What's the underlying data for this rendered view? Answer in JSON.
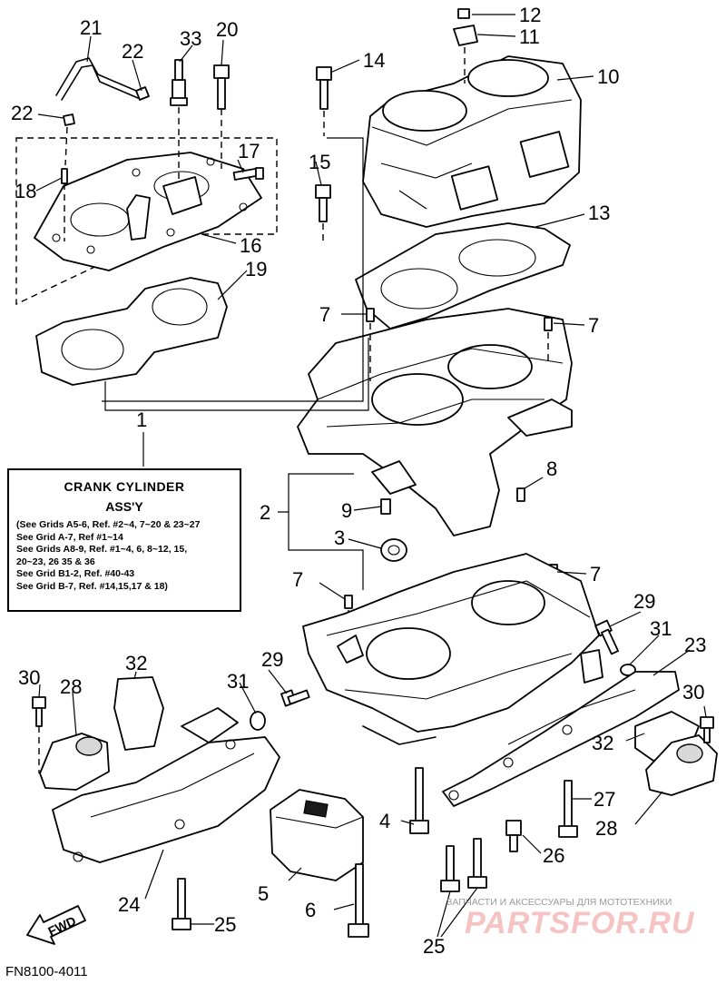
{
  "callouts": {
    "c1": "1",
    "c2": "2",
    "c3": "3",
    "c4": "4",
    "c5": "5",
    "c6": "6",
    "c7a": "7",
    "c7b": "7",
    "c7c": "7",
    "c7d": "7",
    "c8": "8",
    "c9": "9",
    "c10": "10",
    "c11": "11",
    "c12": "12",
    "c13": "13",
    "c14": "14",
    "c15": "15",
    "c16": "16",
    "c17": "17",
    "c18": "18",
    "c19": "19",
    "c20": "20",
    "c21": "21",
    "c22a": "22",
    "c22b": "22",
    "c23": "23",
    "c24": "24",
    "c25a": "25",
    "c25b": "25",
    "c26": "26",
    "c27": "27",
    "c28a": "28",
    "c28b": "28",
    "c29a": "29",
    "c29b": "29",
    "c30a": "30",
    "c30b": "30",
    "c31a": "31",
    "c31b": "31",
    "c32a": "32",
    "c32b": "32",
    "c33": "33"
  },
  "info_box": {
    "title": "CRANK CYLINDER",
    "subtitle": "ASS'Y",
    "refs": [
      "(See Grids A5-6, Ref. #2~4, 7~20 & 23~27",
      "See Grid A-7, Ref #1~14",
      "See Grids A8-9, Ref. #1~4, 6, 8~12, 15,",
      "20~23, 26 35 & 36",
      "See Grid B1-2, Ref. #40-43",
      "See Grid B-7, Ref. #14,15,17 & 18)"
    ]
  },
  "fwd_label": "FWD",
  "footer_code": "FN8100-4011",
  "watermark": {
    "text": "ЗАПЧАСТИ И АКСЕССУАРЫ ДЛЯ МОТОТЕХНИКИ",
    "logo": "PARTSFOR.RU"
  }
}
